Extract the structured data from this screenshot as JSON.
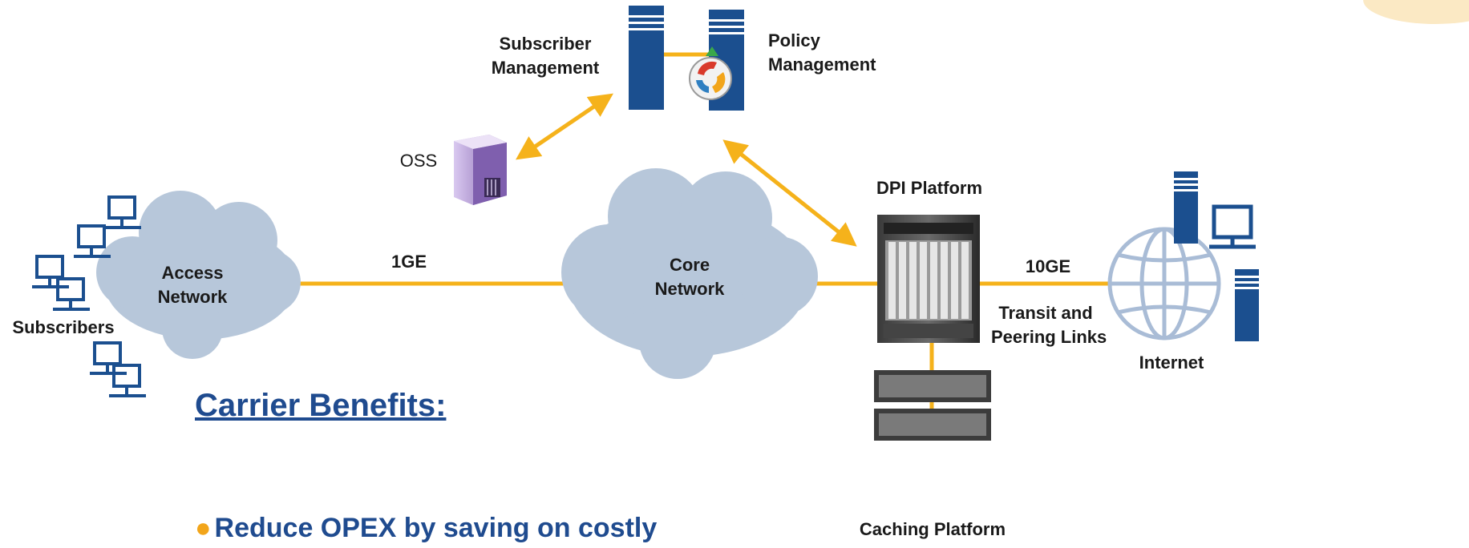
{
  "nodes": {
    "subscriber_mgmt": {
      "line1": "Subscriber",
      "line2": "Management"
    },
    "policy_mgmt": {
      "line1": "Policy",
      "line2": "Management"
    },
    "oss": "OSS",
    "dpi": "DPI Platform",
    "access": {
      "line1": "Access",
      "line2": "Network"
    },
    "core": {
      "line1": "Core",
      "line2": "Network"
    },
    "subscribers": "Subscribers",
    "internet": "Internet",
    "caching": "Caching Platform"
  },
  "links": {
    "access_core": "1GE",
    "dpi_internet": "10GE",
    "transit": {
      "line1": "Transit and",
      "line2": "Peering Links"
    }
  },
  "benefits": {
    "title": "Carrier Benefits:",
    "items": [
      "Reduce OPEX by saving on costly"
    ]
  },
  "colors": {
    "link": "#f5b21b",
    "cloud": "#b7c7da",
    "device": "#1b4f8f",
    "benefits_text": "#1f4b8f",
    "bullet": "#f2a51a"
  }
}
